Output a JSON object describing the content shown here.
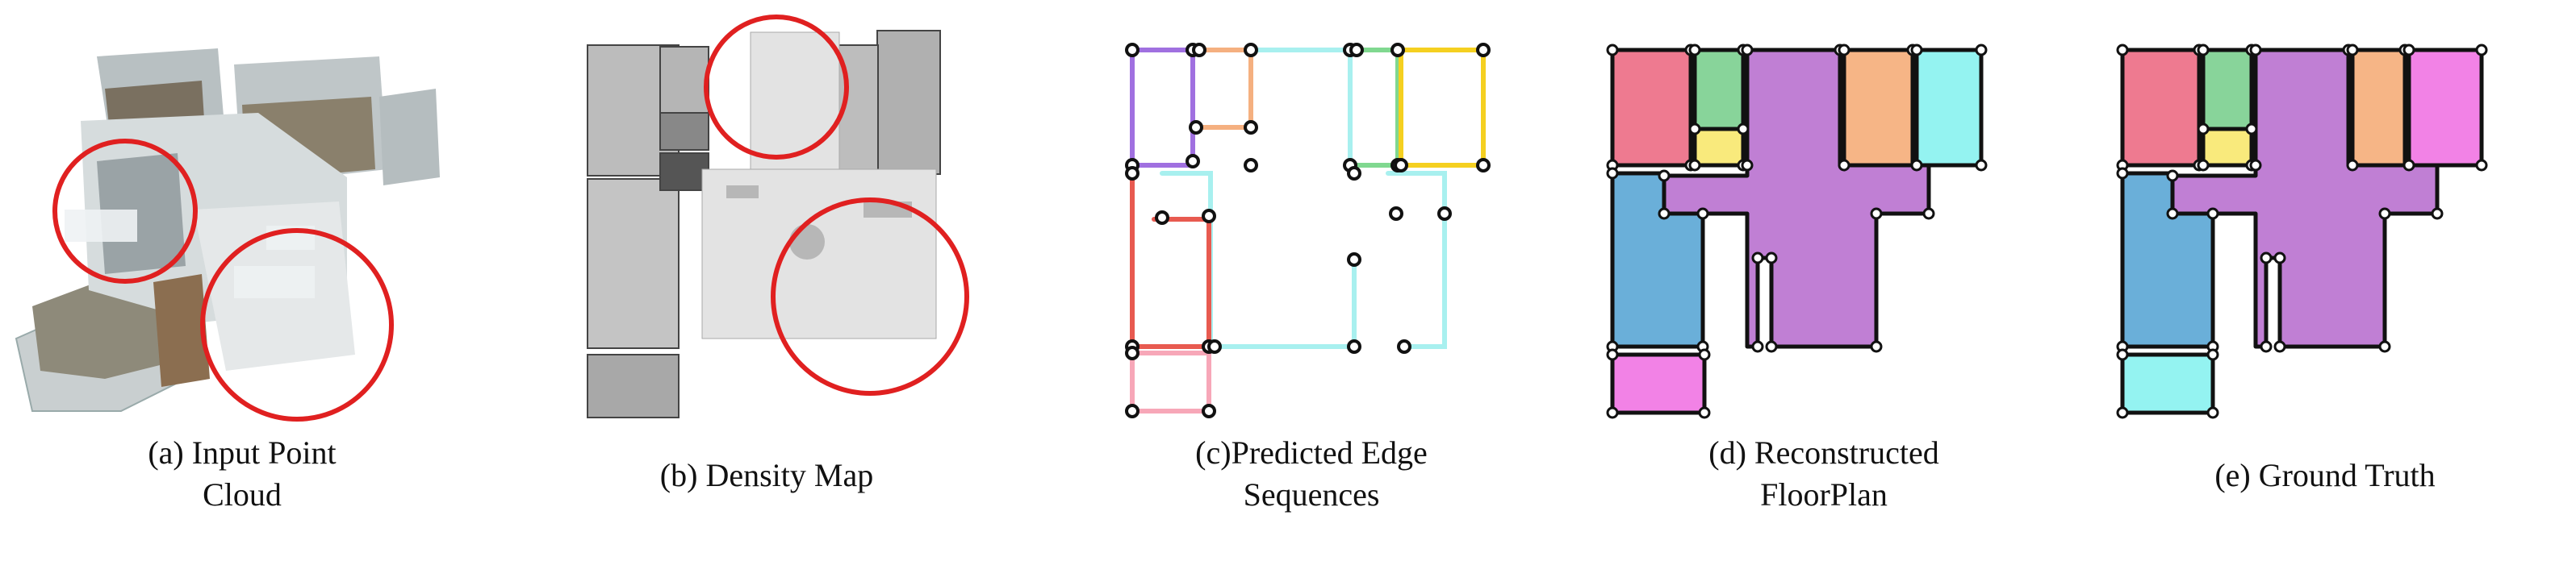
{
  "figure": {
    "panels": [
      {
        "id": "a",
        "caption_lines": [
          "(a) Input Point",
          "Cloud"
        ]
      },
      {
        "id": "b",
        "caption_lines": [
          "(b) Density Map"
        ]
      },
      {
        "id": "c",
        "caption_lines": [
          "(c)Predicted Edge",
          "Sequences"
        ]
      },
      {
        "id": "d",
        "caption_lines": [
          "(d) Reconstructed",
          "FloorPlan"
        ]
      },
      {
        "id": "e",
        "caption_lines": [
          "(e) Ground Truth"
        ]
      }
    ],
    "colors": {
      "highlight_circle": "#e02020",
      "room_red": "#ee7a90",
      "room_green": "#88d49a",
      "room_yellow": "#f9ea7c",
      "room_purple": "#c07fd4",
      "room_orange": "#f6b586",
      "room_cyan": "#94f3f1",
      "room_blue": "#6aafd9",
      "room_pink": "#f282e6",
      "edge_purple": "#a070e0",
      "edge_orange": "#f5b080",
      "edge_cyan": "#a8f0ef",
      "edge_green": "#80d890",
      "edge_yellow": "#f5d020",
      "edge_red": "#e85a50",
      "edge_pink": "#f7a7b8"
    }
  }
}
